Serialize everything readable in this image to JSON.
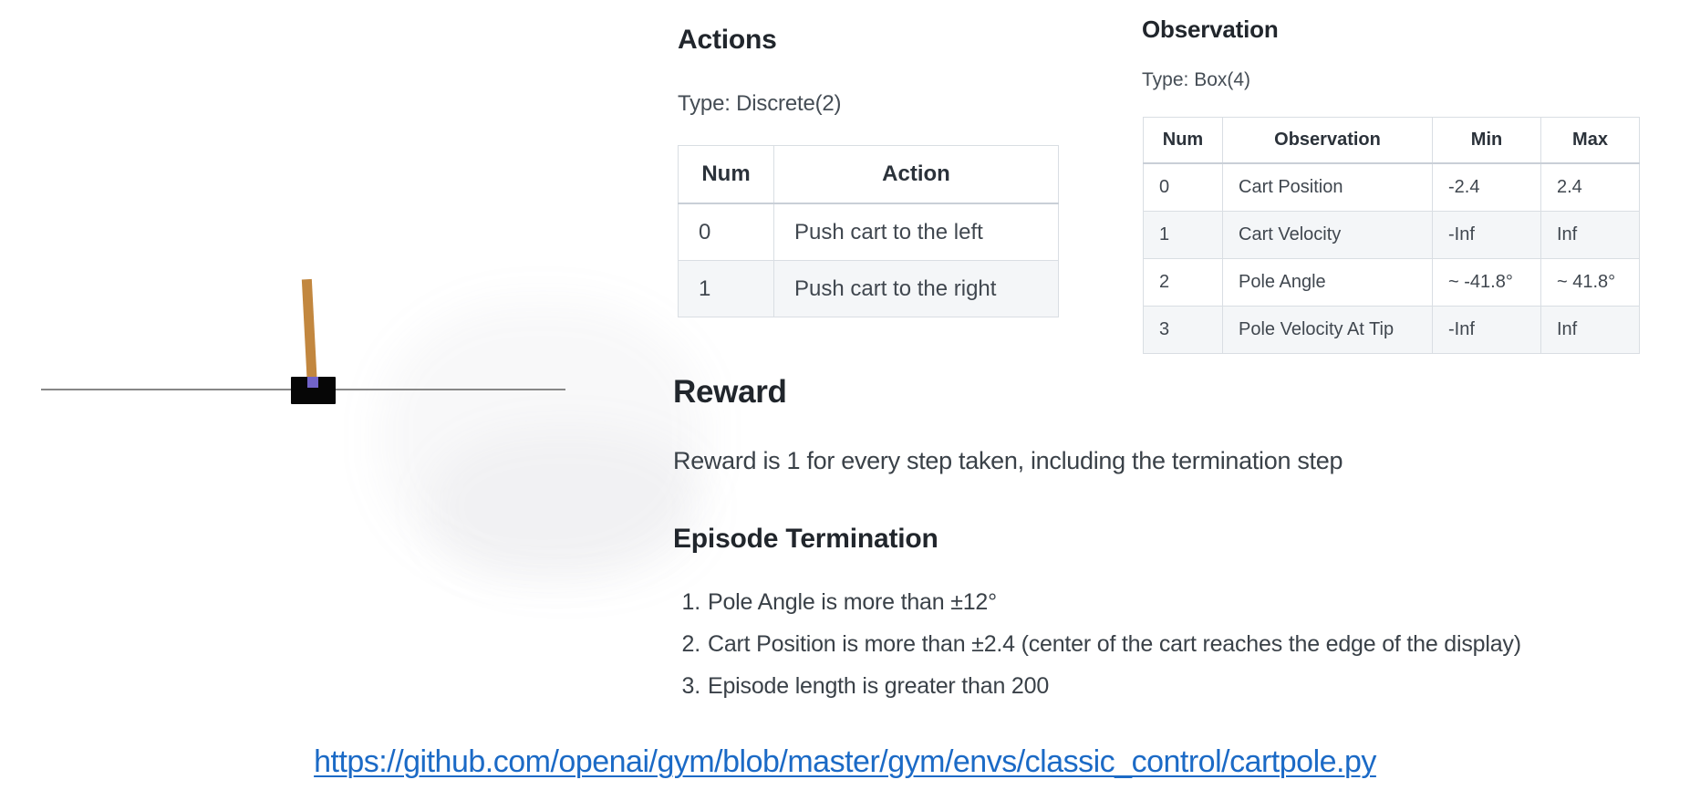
{
  "cartpole_render": {
    "description": "cart-pole environment frame: black cart on gray track with tan pole",
    "colors": {
      "track_gray": "#878787",
      "cart_black": "#060606",
      "pole_tan": "#c2873f",
      "axle_purple": "#7163c8"
    }
  },
  "actions": {
    "title": "Actions",
    "type_label": "Type: Discrete(2)",
    "table": {
      "headers": [
        "Num",
        "Action"
      ],
      "rows": [
        [
          "0",
          "Push cart to the left"
        ],
        [
          "1",
          "Push cart to the right"
        ]
      ]
    }
  },
  "observation": {
    "title": "Observation",
    "type_label": "Type: Box(4)",
    "table": {
      "headers": [
        "Num",
        "Observation",
        "Min",
        "Max"
      ],
      "rows": [
        [
          "0",
          "Cart Position",
          "-2.4",
          "2.4"
        ],
        [
          "1",
          "Cart Velocity",
          "-Inf",
          "Inf"
        ],
        [
          "2",
          "Pole Angle",
          "~ -41.8°",
          "~ 41.8°"
        ],
        [
          "3",
          "Pole Velocity At Tip",
          "-Inf",
          "Inf"
        ]
      ]
    }
  },
  "reward": {
    "title": "Reward",
    "text": "Reward is 1 for every step taken, including the termination step"
  },
  "episode_termination": {
    "title": "Episode Termination",
    "items": [
      {
        "num": "1.",
        "text": "Pole Angle is more than ±12°"
      },
      {
        "num": "2.",
        "text": "Cart Position is more than ±2.4 (center of the cart reaches the edge of the display)"
      },
      {
        "num": "3.",
        "text": "Episode length is greater than 200"
      }
    ]
  },
  "link": {
    "url_text": "https://github.com/openai/gym/blob/master/gym/envs/classic_control/cartpole.py",
    "color": "#1b6ac6"
  }
}
